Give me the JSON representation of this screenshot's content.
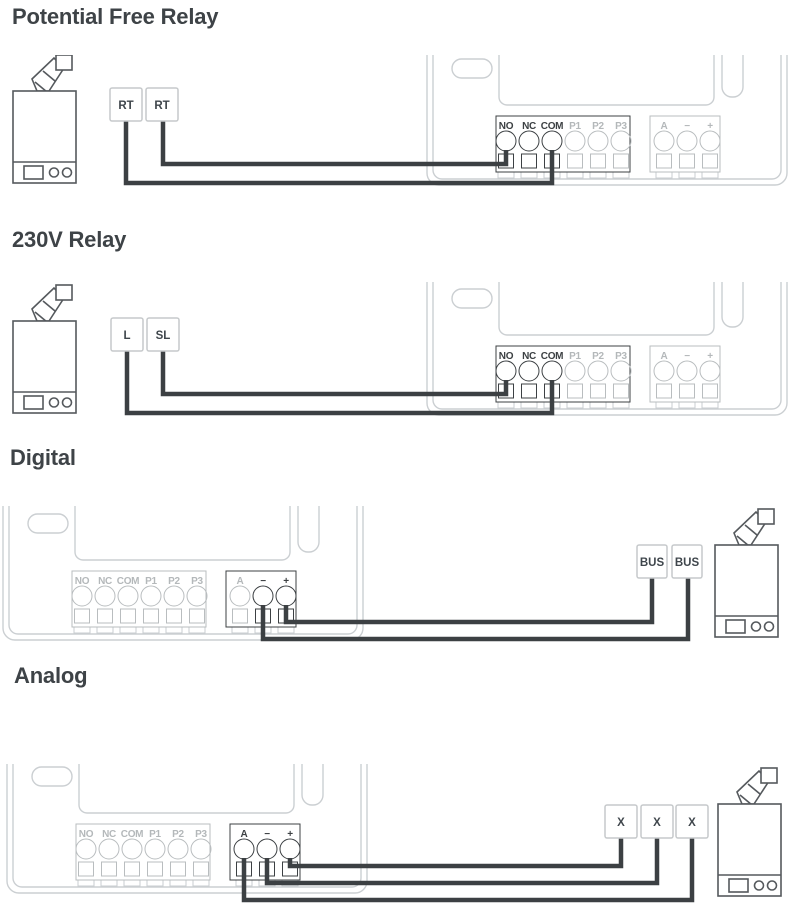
{
  "colors": {
    "wire": "#3c4043",
    "dark_terminal": "#3c4043",
    "gray_terminal": "#b4b8ba",
    "module_case": "#cbcfd2",
    "terminal_box_border": "#c6c9cb",
    "heading": "#3e4347",
    "boiler_outline": "#55595d"
  },
  "sections": [
    {
      "title": "Potential Free Relay",
      "source_terminals": [
        "RT",
        "RT"
      ],
      "module": {
        "relay_terminals": [
          "NO",
          "NC",
          "COM",
          "P1",
          "P2",
          "P3"
        ],
        "bus_terminals": [
          "A",
          "−",
          "+"
        ]
      }
    },
    {
      "title": "230V Relay",
      "source_terminals": [
        "L",
        "SL"
      ],
      "module": {
        "relay_terminals": [
          "NO",
          "NC",
          "COM",
          "P1",
          "P2",
          "P3"
        ],
        "bus_terminals": [
          "A",
          "−",
          "+"
        ]
      }
    },
    {
      "title": "Digital",
      "source_terminals": [
        "BUS",
        "BUS"
      ],
      "module": {
        "relay_terminals": [
          "NO",
          "NC",
          "COM",
          "P1",
          "P2",
          "P3"
        ],
        "bus_terminals": [
          "A",
          "−",
          "+"
        ]
      }
    },
    {
      "title": "Analog",
      "source_terminals": [
        "X",
        "X",
        "X"
      ],
      "module": {
        "relay_terminals": [
          "NO",
          "NC",
          "COM",
          "P1",
          "P2",
          "P3"
        ],
        "bus_terminals": [
          "A",
          "−",
          "+"
        ]
      }
    }
  ]
}
